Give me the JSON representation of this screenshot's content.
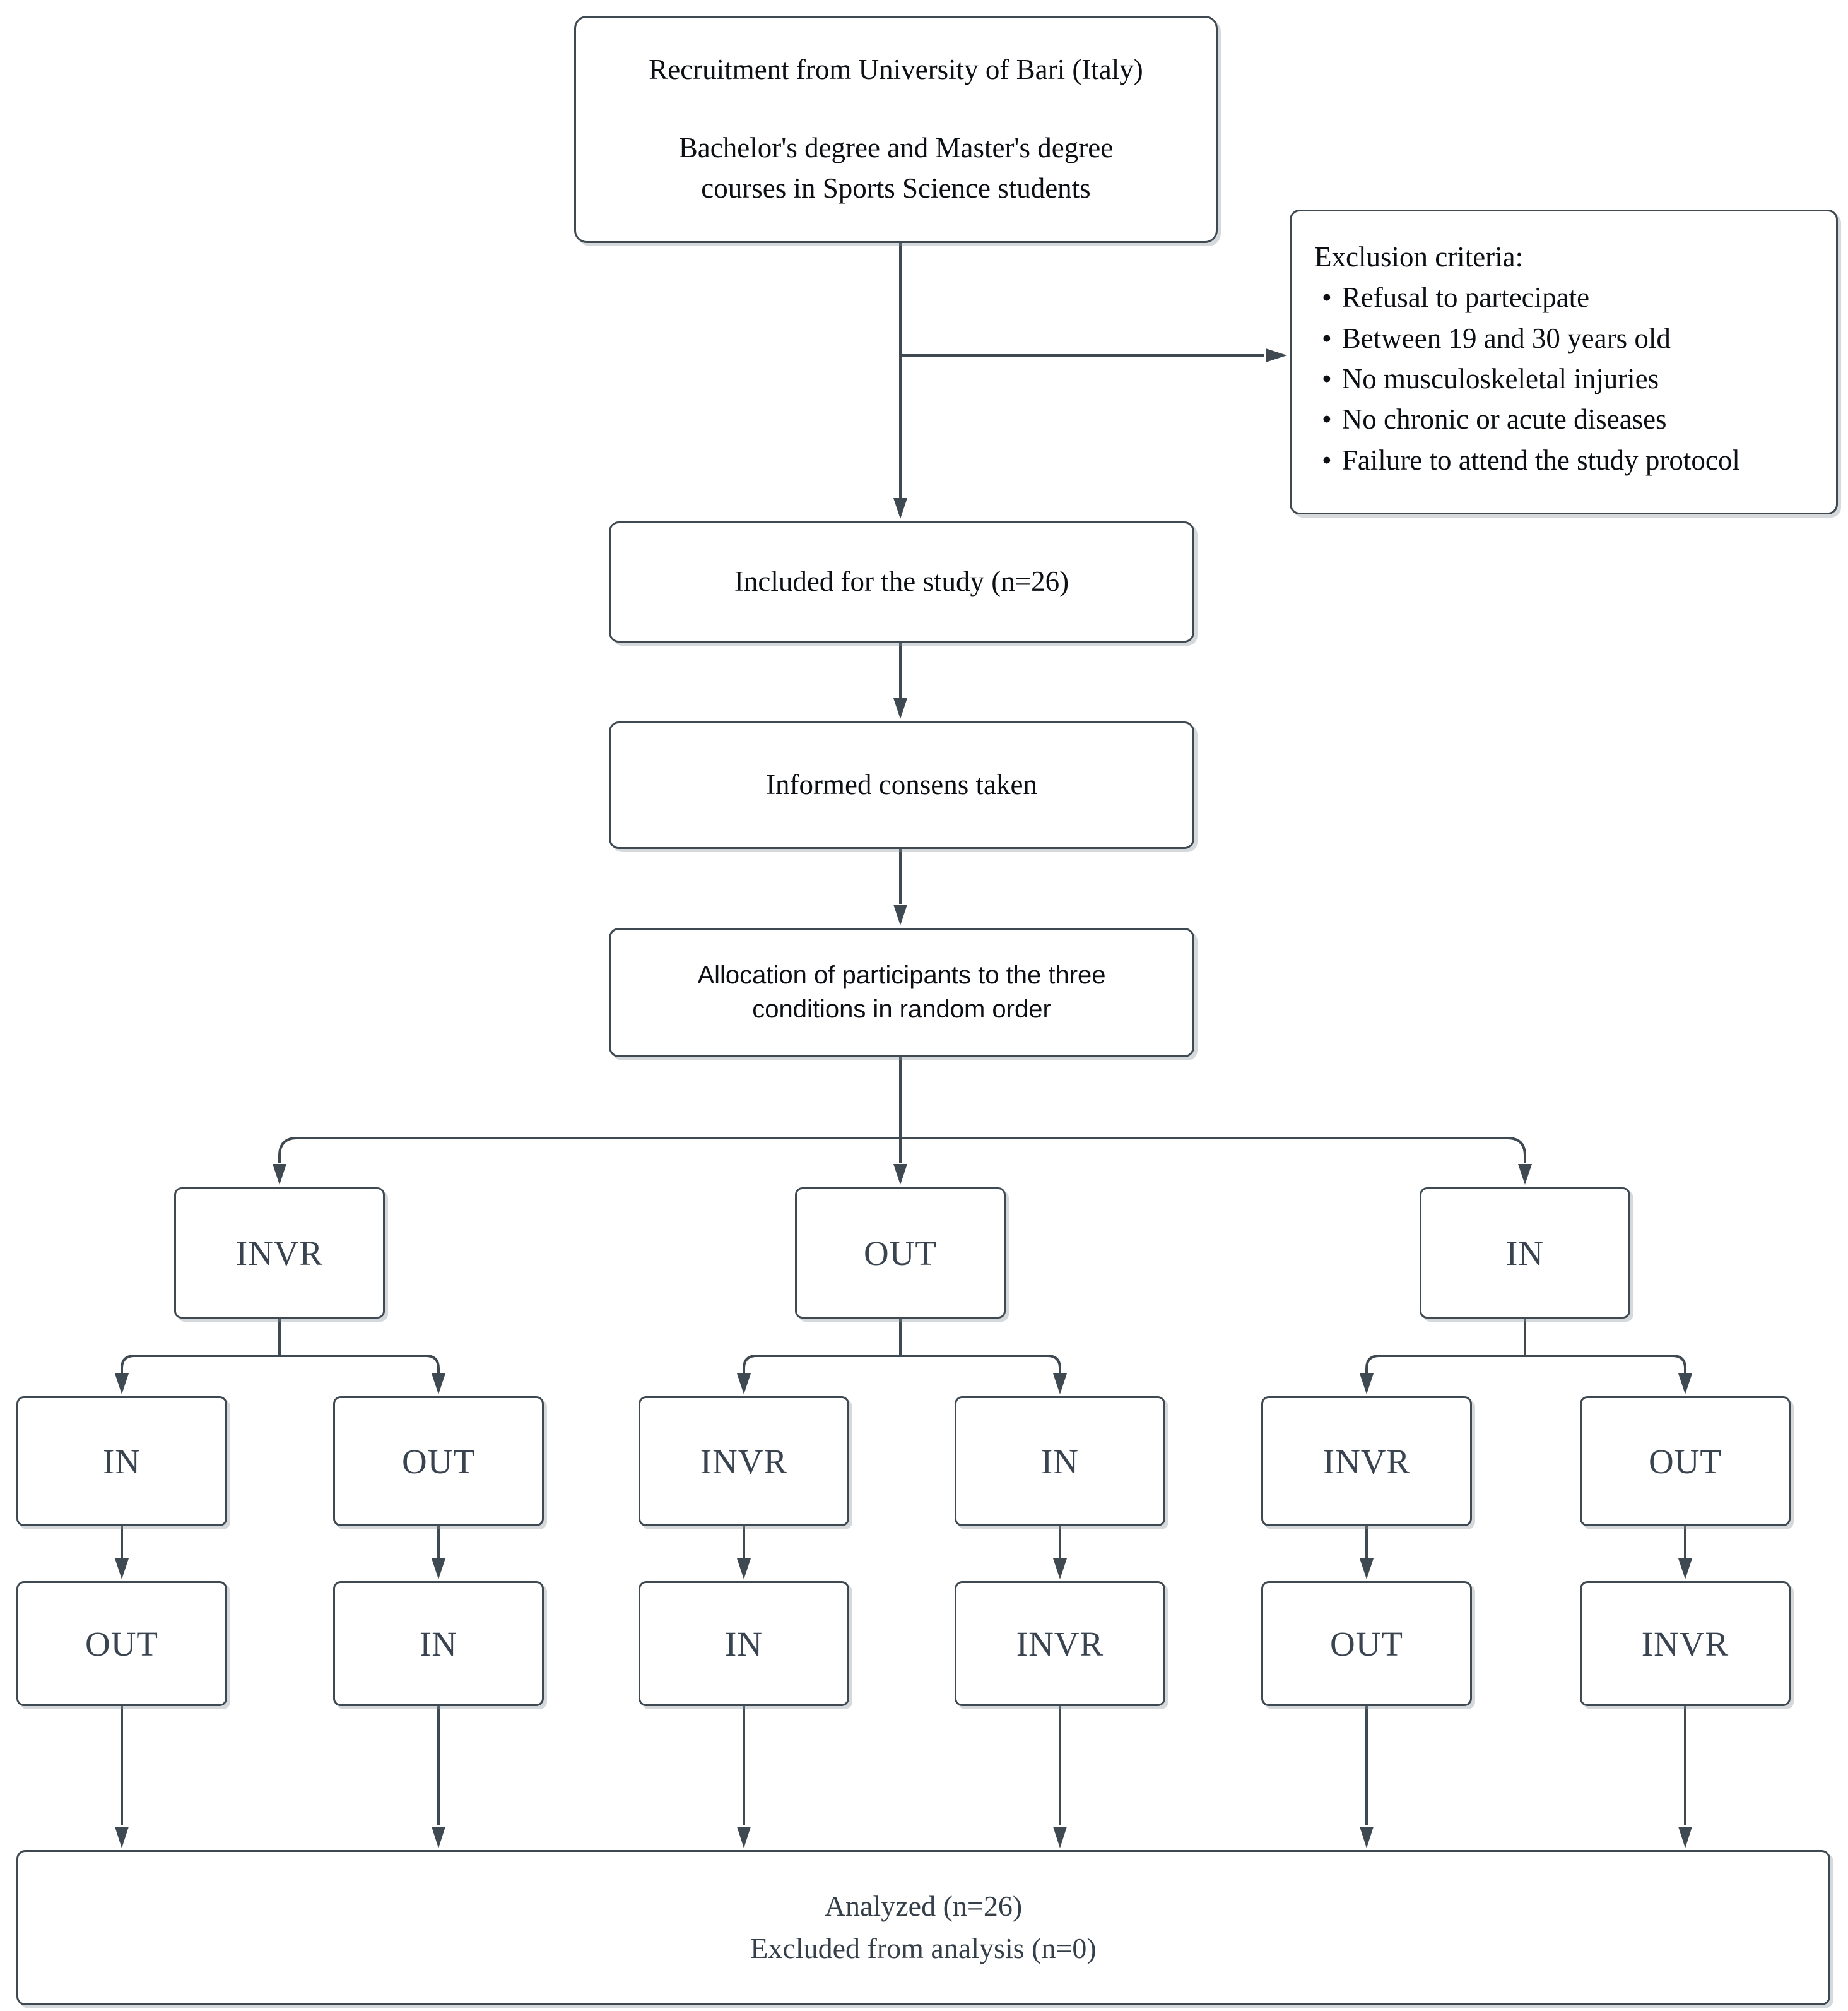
{
  "diagram": {
    "top_box": {
      "line1": "Recruitment from University of Bari (Italy)",
      "line2": "Bachelor's degree and Master's degree",
      "line3": "courses in Sports Science students"
    },
    "exclusion_box": {
      "title": "Exclusion criteria:",
      "bullet": "•",
      "items": [
        "Refusal to partecipate",
        "Between 19 and 30 years old",
        "No musculoskeletal injuries",
        "No chronic or acute diseases",
        "Failure to attend the study protocol"
      ]
    },
    "included_box": {
      "label": "Included for the study (n=26)"
    },
    "informed_box": {
      "label": "Informed consens taken"
    },
    "allocation_box": {
      "line1": "Allocation of participants to the three",
      "line2": "conditions in random order"
    },
    "branches": [
      {
        "root": "INVR",
        "sequences": [
          [
            "IN",
            "OUT"
          ],
          [
            "OUT",
            "IN"
          ]
        ]
      },
      {
        "root": "OUT",
        "sequences": [
          [
            "INVR",
            "IN"
          ],
          [
            "IN",
            "INVR"
          ]
        ]
      },
      {
        "root": "IN",
        "sequences": [
          [
            "INVR",
            "OUT"
          ],
          [
            "OUT",
            "INVR"
          ]
        ]
      }
    ],
    "analyzed_box": {
      "line1": "Analyzed (n=26)",
      "line2": "Excluded from analysis (n=0)"
    },
    "colors": {
      "line": "#3E4952",
      "text": "#0c0f14",
      "label_text": "#3A4450",
      "background": "#ffffff"
    }
  }
}
